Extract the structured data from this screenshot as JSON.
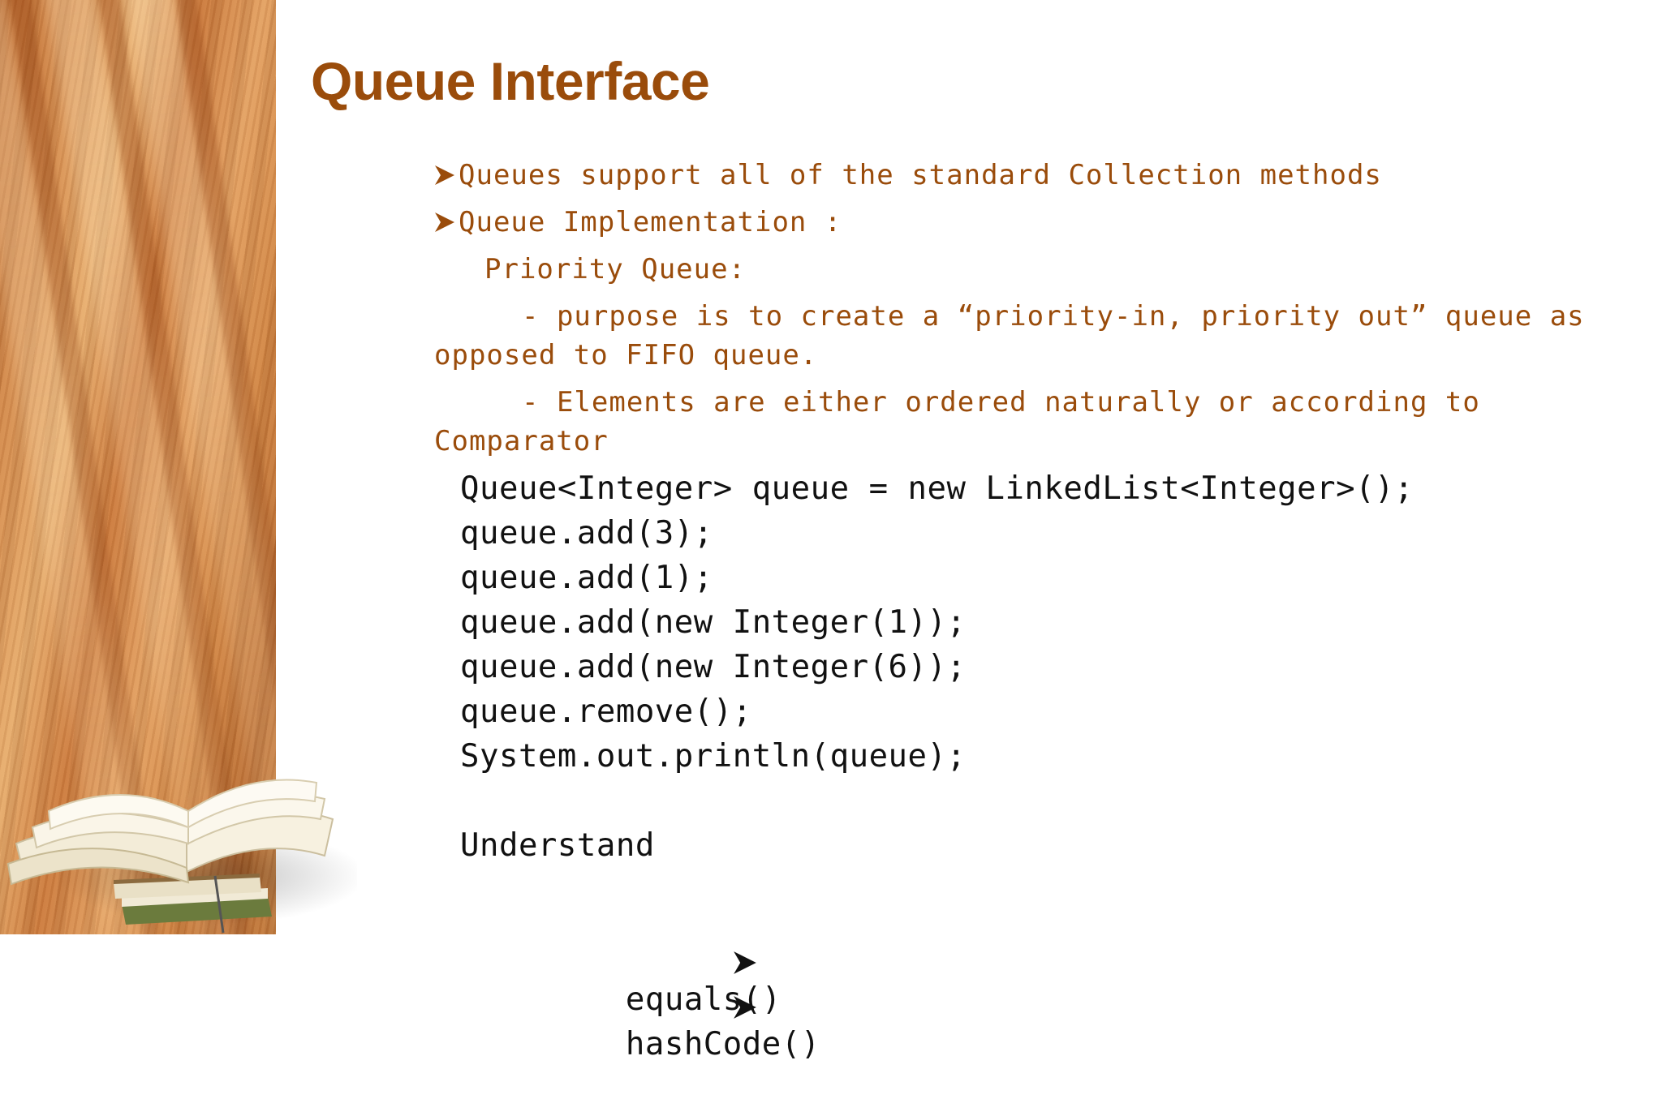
{
  "slide": {
    "title": "Queue Interface",
    "bullets": [
      "Queues support all of the standard Collection methods",
      "Queue Implementation :"
    ],
    "sub_heading": "Priority Queue:",
    "points": [
      {
        "line1": "- purpose is to create a “priority-in, priority out” queue as",
        "line2": "opposed to FIFO queue."
      },
      {
        "line1": "- Elements are either ordered naturally or according to",
        "line2": "Comparator"
      }
    ],
    "code": [
      "Queue<Integer> queue = new LinkedList<Integer>();",
      "queue.add(3);",
      "queue.add(1);",
      "queue.add(new Integer(1));",
      "queue.add(new Integer(6));",
      "queue.remove();",
      "System.out.println(queue);"
    ],
    "understand_label": "Understand",
    "understand_items": [
      "equals()",
      "hashCode()"
    ]
  },
  "colors": {
    "title": "#9a4c0b",
    "body": "#9a4c0b",
    "code": "#111111"
  },
  "icons": [
    "arrow-bullet-icon",
    "books-illustration"
  ]
}
